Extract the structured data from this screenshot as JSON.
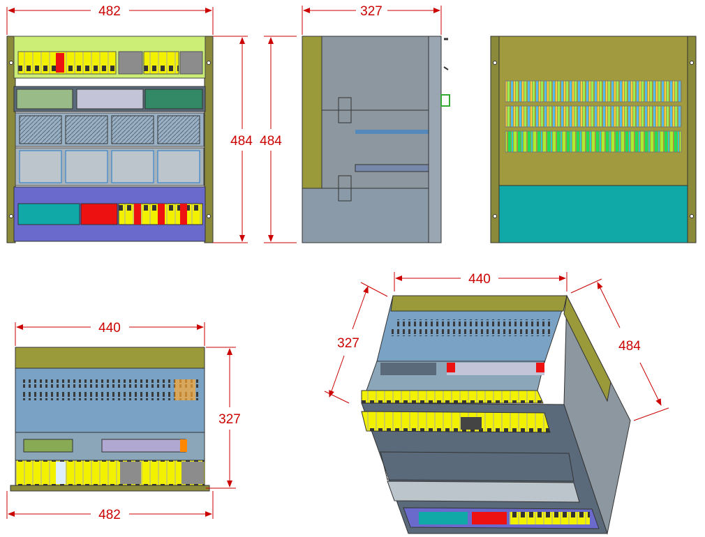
{
  "views": {
    "front": {
      "width_label": "482",
      "height_label": "484"
    },
    "side": {
      "depth_label": "327",
      "height_label": "484"
    },
    "rear": {},
    "top": {
      "inner_width_label": "440",
      "depth_label": "327",
      "outer_width_label": "482"
    },
    "iso": {
      "width_label": "440",
      "depth_label": "327",
      "height_label": "484"
    }
  },
  "colors": {
    "dimension": "#cc0000",
    "panel_olive": "#9a9a3a",
    "panel_green": "#ccee77",
    "panel_blue": "#6a6acc",
    "panel_teal": "#11a8a8",
    "panel_steel": "#7aa2c4",
    "panel_gray": "#8c97a0",
    "yellow": "#ffff00",
    "red": "#ee1111"
  }
}
